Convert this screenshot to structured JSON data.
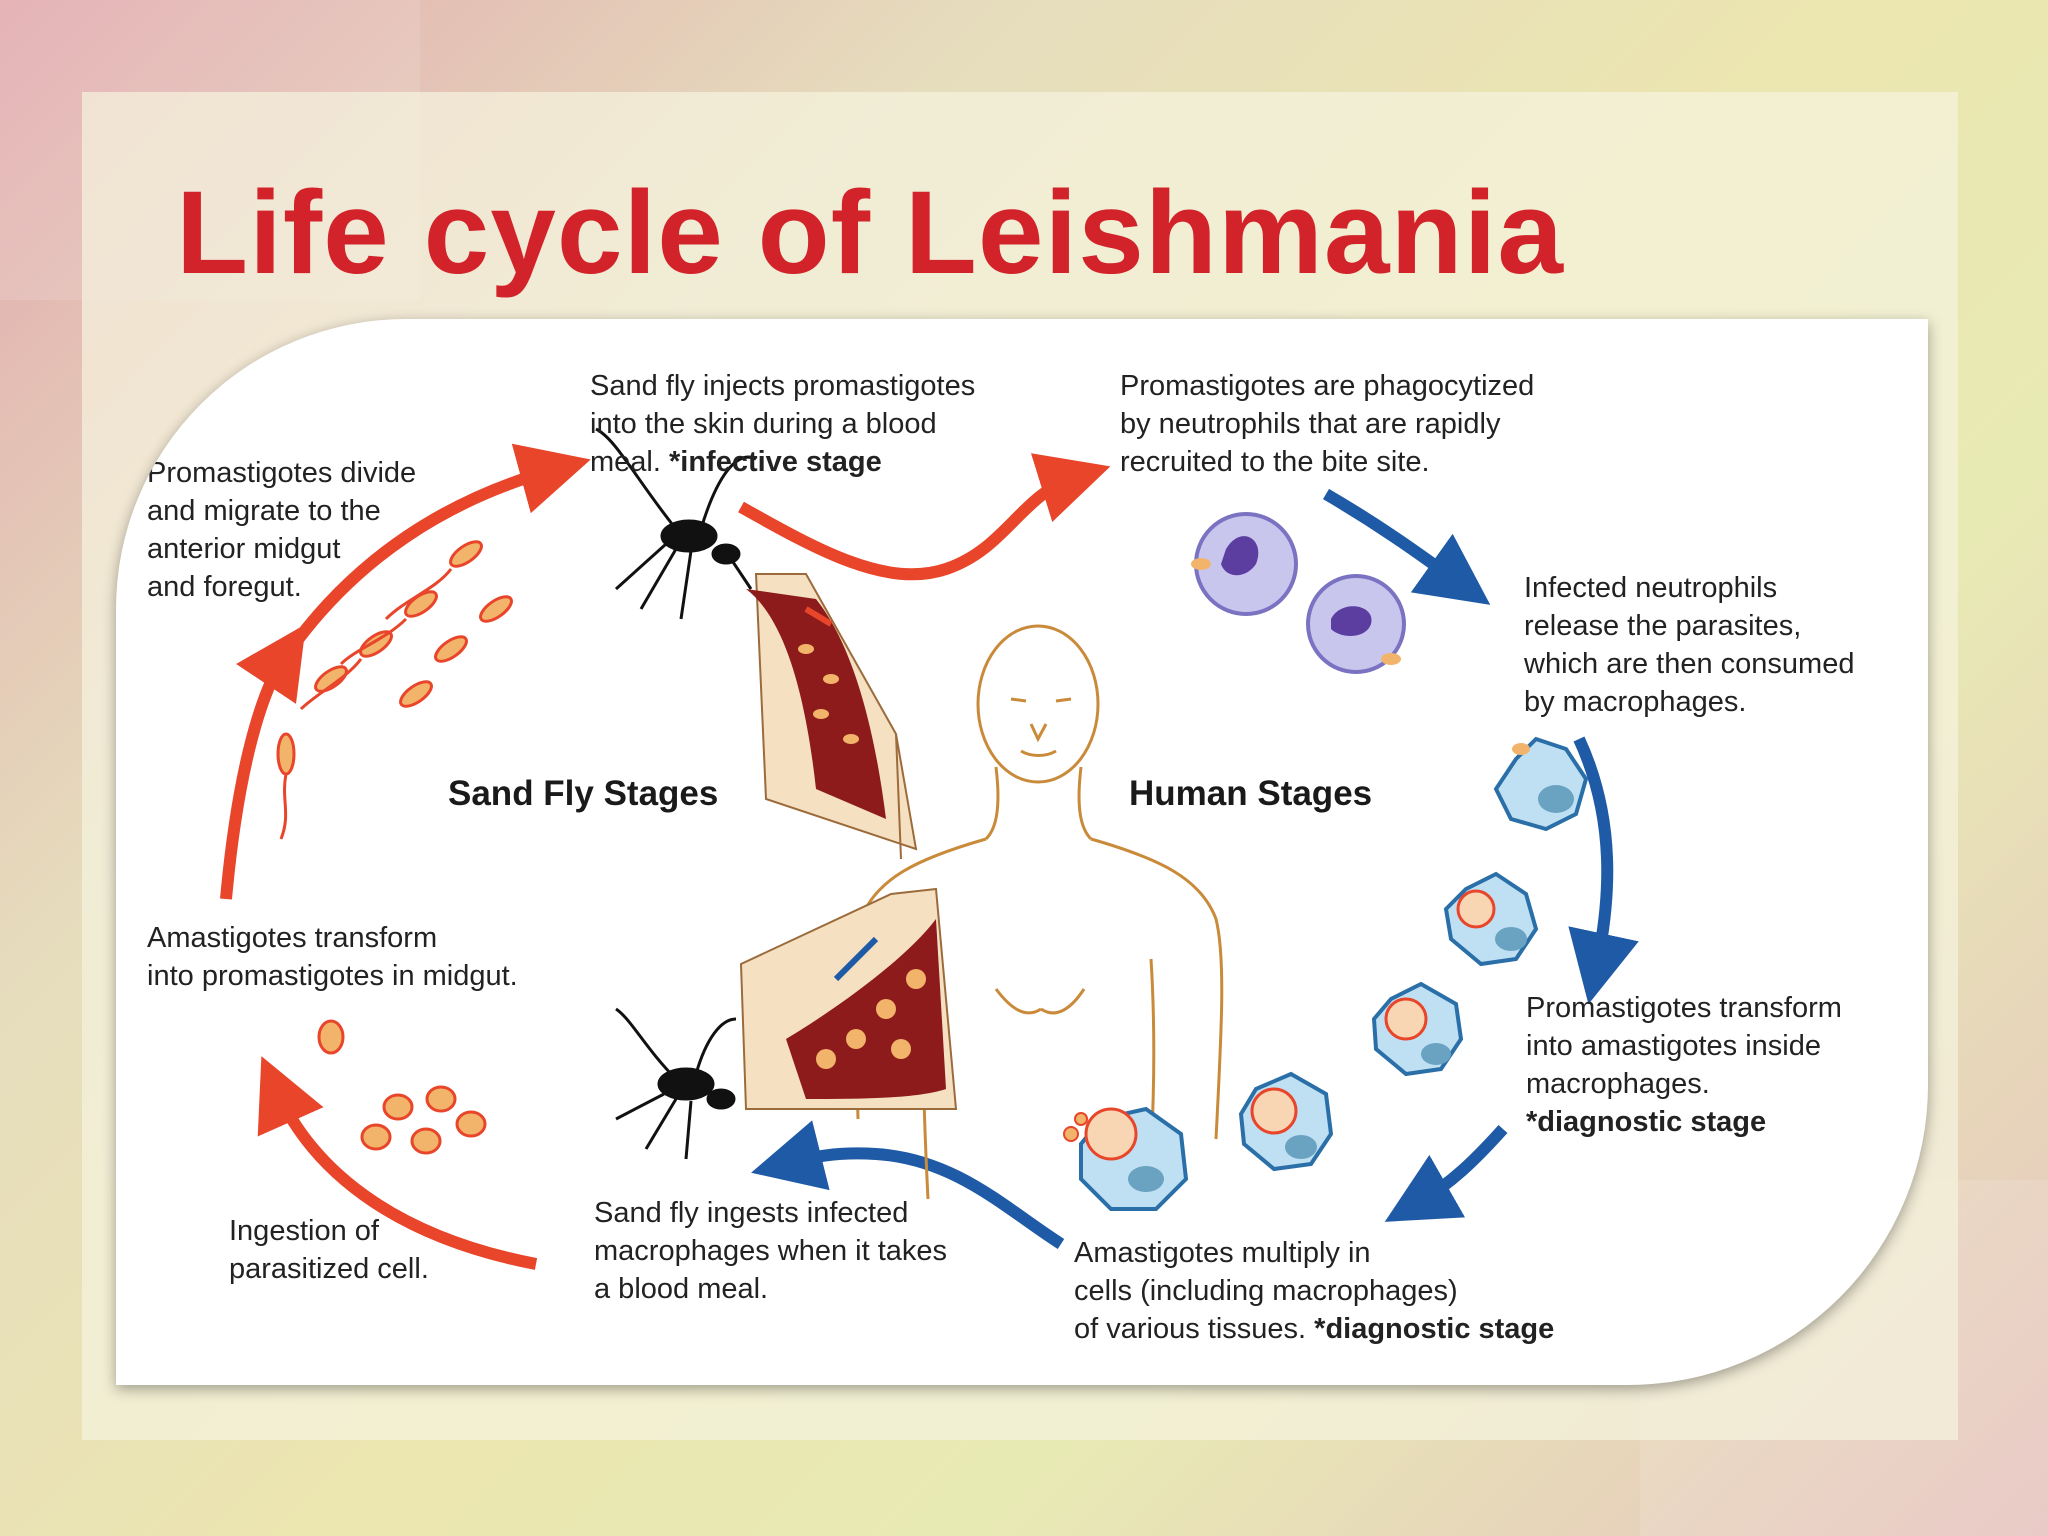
{
  "title": "Life cycle of Leishmania",
  "colors": {
    "title_red": "#d2232a",
    "sandfly_arrow": "#e8452a",
    "human_arrow": "#1f5aa6",
    "neutrophil": "#c9c6ee",
    "macrophage": "#bfe0f3",
    "parasite": "#f2b36b"
  },
  "stage_titles": {
    "sand_fly": "Sand Fly Stages",
    "human": "Human Stages"
  },
  "steps": {
    "injection": {
      "line1": "Sand fly injects promastigotes",
      "line2": "into the skin during a blood",
      "line3_plain": "meal. ",
      "line3_bold": "*infective stage"
    },
    "phagocytosis": {
      "line1": "Promastigotes are phagocytized",
      "line2": "by neutrophils that are rapidly",
      "line3": "recruited to the bite site."
    },
    "neutrophil_release": {
      "line1": "Infected neutrophils",
      "line2": "release the parasites,",
      "line3": "which are then consumed",
      "line4": "by macrophages."
    },
    "transform_amastigote": {
      "line1": "Promastigotes transform",
      "line2": "into amastigotes inside",
      "line3": "macrophages.",
      "line4_bold": "*diagnostic stage"
    },
    "multiply": {
      "line1": "Amastigotes multiply in",
      "line2": "cells (including macrophages)",
      "line3_plain": "of various tissues. ",
      "line3_bold": "*diagnostic stage"
    },
    "sandfly_ingests": {
      "line1": "Sand fly ingests infected",
      "line2": "macrophages when it takes",
      "line3": "a blood meal."
    },
    "ingestion": {
      "line1": "Ingestion of",
      "line2": "parasitized cell."
    },
    "transform_promastigote": {
      "line1": "Amastigotes transform",
      "line2": "into promastigotes in midgut."
    },
    "divide_migrate": {
      "line1": "Promastigotes divide",
      "line2": "and migrate to the",
      "line3": "anterior midgut",
      "line4": "and foregut."
    }
  }
}
